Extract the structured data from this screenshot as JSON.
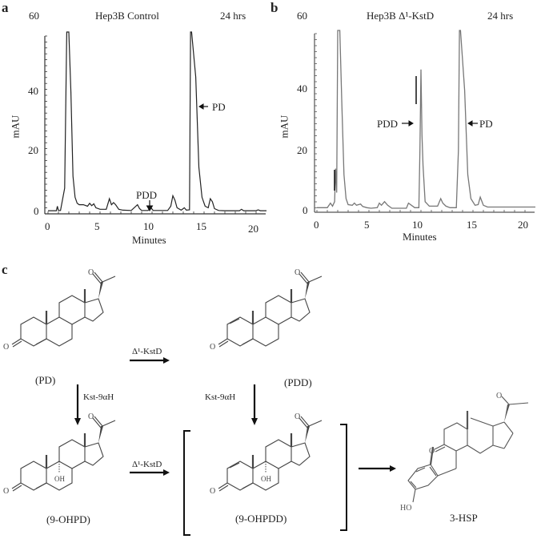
{
  "panels": {
    "a": {
      "letter": "a",
      "title": "Hep3B Control",
      "time": "24 hrs",
      "ytop": "60"
    },
    "b": {
      "letter": "b",
      "title": "Hep3B Δ¹-KstD",
      "time": "24 hrs",
      "ytop": "60"
    },
    "c": {
      "letter": "c"
    }
  },
  "axes": {
    "ylabel": "mAU",
    "xlabel": "Minutes",
    "yticks": [
      "0",
      "20",
      "40"
    ],
    "xticks": [
      "0",
      "5",
      "10",
      "15",
      "20"
    ]
  },
  "annotations": {
    "a_pdd": "PDD",
    "a_pd": "PD",
    "b_pdd": "PDD",
    "b_pd": "PD"
  },
  "scheme": {
    "compounds": {
      "pd": "(PD)",
      "pdd": "(PDD)",
      "ohpd": "(9-OHPD)",
      "ohpdd": "(9-OHPDD)",
      "hsp": "3-HSP"
    },
    "enzymes": {
      "kstd_top": "Δ¹-KstD",
      "kstd_bottom": "Δ¹-KstD",
      "kst9_left": "Kst-9αH",
      "kst9_right": "Kst-9αH"
    },
    "atoms": {
      "O": "O",
      "OH": "OH",
      "HO": "HO"
    }
  },
  "chart_data": [
    {
      "type": "line",
      "title": "Hep3B Control 24 hrs",
      "xlabel": "Minutes",
      "ylabel": "mAU",
      "xlim": [
        0,
        21
      ],
      "ylim": [
        0,
        60
      ],
      "xticks": [
        0,
        5,
        10,
        15,
        20
      ],
      "yticks": [
        0,
        20,
        40,
        60
      ],
      "series": [
        {
          "name": "Hep3B Control",
          "color": "#222222",
          "x": [
            0,
            0.8,
            0.9,
            1.0,
            1.2,
            1.6,
            1.8,
            2.0,
            2.2,
            2.4,
            2.6,
            2.8,
            3.0,
            3.4,
            3.8,
            4.0,
            4.2,
            4.4,
            4.6,
            5.0,
            5.6,
            5.9,
            6.1,
            6.3,
            6.5,
            6.8,
            7.2,
            8.0,
            8.6,
            8.8,
            9.0,
            9.6,
            9.9,
            10.1,
            10.5,
            11.5,
            11.8,
            12.0,
            12.2,
            12.4,
            12.8,
            13.1,
            13.3,
            13.6,
            13.7,
            13.8,
            14.2,
            14.5,
            14.8,
            15.1,
            15.4,
            15.6,
            15.8,
            16.0,
            16.4,
            17.0,
            18.4,
            18.6,
            18.8,
            20.0,
            20.2,
            20.4,
            21
          ],
          "y": [
            0.5,
            0.5,
            2,
            0.6,
            0.6,
            8,
            60,
            60,
            40,
            12,
            5,
            3,
            2.5,
            2.5,
            2,
            3,
            2.2,
            2.8,
            1.5,
            1,
            1,
            4.5,
            2.5,
            3.2,
            2.5,
            1,
            0.7,
            0.6,
            2.5,
            1.2,
            0.6,
            0.6,
            1.5,
            0.6,
            0.6,
            0.6,
            2,
            5.5,
            4,
            1.5,
            0.7,
            1.5,
            0.7,
            0.8,
            60,
            60,
            45,
            15,
            5,
            2,
            1.5,
            4.5,
            3.5,
            1.2,
            0.6,
            0.5,
            0.5,
            1,
            0.5,
            0.5,
            0.8,
            0.5,
            0.5
          ]
        }
      ],
      "annotations": [
        {
          "text": "PDD",
          "x": 10.1,
          "arrow": "down"
        },
        {
          "text": "PD",
          "x": 14.2,
          "y": 29,
          "arrow": "left"
        }
      ]
    },
    {
      "type": "line",
      "title": "Hep3B Δ¹-KstD 24 hrs",
      "xlabel": "Minutes",
      "ylabel": "mAU",
      "xlim": [
        0,
        21
      ],
      "ylim": [
        0,
        60
      ],
      "xticks": [
        0,
        5,
        10,
        15,
        20
      ],
      "yticks": [
        0,
        20,
        40,
        60
      ],
      "series": [
        {
          "name": "Hep3B Δ¹-KstD",
          "color": "#777777",
          "x": [
            0,
            1.0,
            1.3,
            1.5,
            1.7,
            1.8,
            1.9,
            2.0,
            2.2,
            2.4,
            2.6,
            2.8,
            3.0,
            3.4,
            3.6,
            3.8,
            4.2,
            4.4,
            4.8,
            5.2,
            5.8,
            6.0,
            6.2,
            6.5,
            6.8,
            7.2,
            8.0,
            8.6,
            8.8,
            9.4,
            9.8,
            9.9,
            10.0,
            10.1,
            10.2,
            10.4,
            10.8,
            11.6,
            11.9,
            12.1,
            12.4,
            12.8,
            13.4,
            13.6,
            13.7,
            13.8,
            14.2,
            14.5,
            14.8,
            15.2,
            15.5,
            15.7,
            16.0,
            16.4,
            21
          ],
          "y": [
            1,
            1,
            2.5,
            1.5,
            3,
            14,
            6,
            60,
            60,
            35,
            12,
            4,
            2,
            1.8,
            2.5,
            1.8,
            2.2,
            1.4,
            1,
            0.8,
            1,
            2.5,
            1.8,
            3,
            1.8,
            0.8,
            0.8,
            0.8,
            2.5,
            1,
            1,
            20,
            47,
            25,
            15,
            3,
            1.5,
            1.5,
            4,
            2.5,
            1.5,
            1,
            1,
            20,
            60,
            60,
            40,
            12,
            4,
            1.8,
            2,
            4.5,
            1.8,
            1.2,
            1.2
          ]
        }
      ],
      "annotations": [
        {
          "text": "PDD",
          "x": 9.8,
          "y": 29,
          "arrow": "right"
        },
        {
          "text": "PD",
          "x": 14.2,
          "y": 29,
          "arrow": "left"
        }
      ]
    }
  ]
}
